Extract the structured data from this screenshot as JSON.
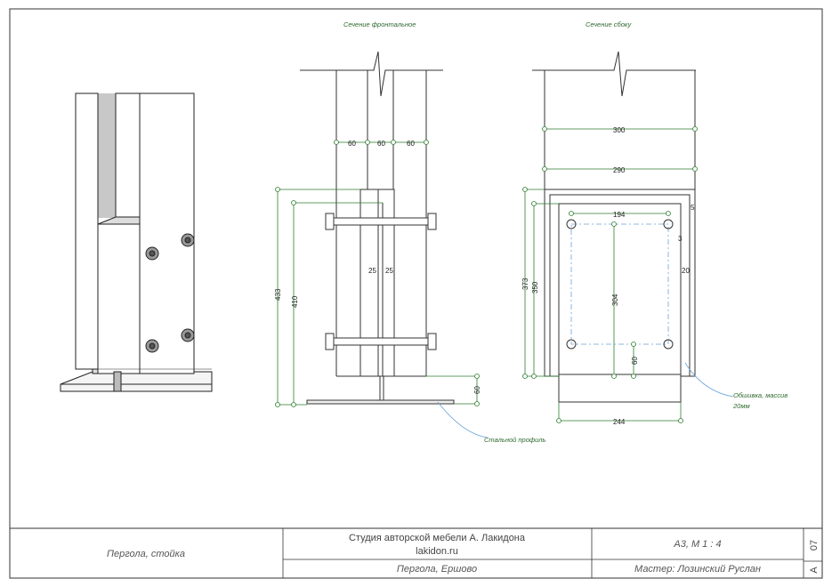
{
  "sections": {
    "front_title": "Сечение фронтальное",
    "side_title": "Сечение сбоку"
  },
  "front_dims": {
    "w1": "60",
    "w2": "60",
    "w3": "60",
    "h_total": "433",
    "h_inner": "410",
    "plate": "25",
    "plate2": "25",
    "base": "60"
  },
  "side_dims": {
    "w_top": "300",
    "w_mid": "290",
    "bolt_span": "194",
    "h_outer": "373",
    "h_inner": "350",
    "bolt_v": "304",
    "edge": "60",
    "wall": "20",
    "gap": "5",
    "gap2": "3",
    "w_base": "244"
  },
  "annotations": {
    "steel_profile": "Стальной профиль",
    "cladding_1": "Обшивка, массив",
    "cladding_2": "20мм"
  },
  "title_block": {
    "name": "Пергола, стойка",
    "studio": "Студия авторской мебели А. Лакидона",
    "site": "lakidon.ru",
    "project": "Пергола, Ершово",
    "format": "А3, М 1 : 4",
    "master": "Мастер: Лозинский Руслан",
    "sheet_no": "07",
    "sheet_mark": "А"
  },
  "colors": {
    "dim_line": "#2e7d2e",
    "leader": "#6aa3d8",
    "line": "#333333"
  }
}
